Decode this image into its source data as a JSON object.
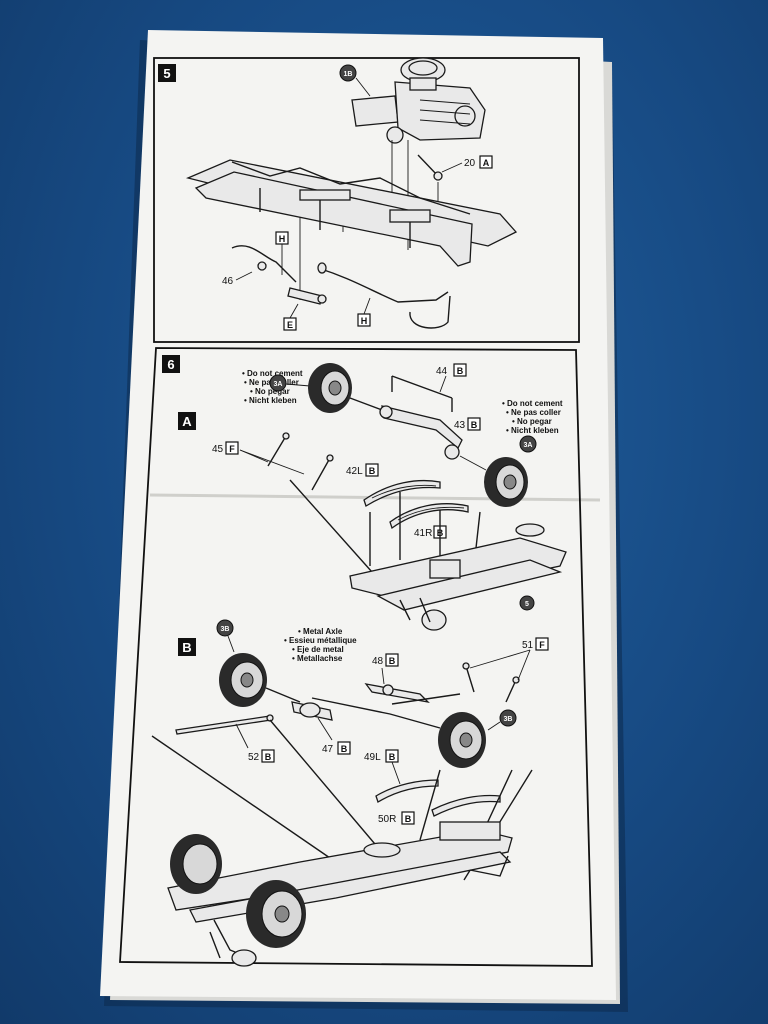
{
  "panels": {
    "step5": {
      "number": "5",
      "badge": "1B",
      "callouts": [
        {
          "num": "20",
          "letter": "A"
        },
        {
          "num": "",
          "letter": "H"
        },
        {
          "num": "46",
          "letter": ""
        },
        {
          "num": "",
          "letter": "E"
        },
        {
          "num": "",
          "letter": "H"
        }
      ]
    },
    "step6": {
      "number": "6",
      "sub_a": "A",
      "sub_b": "B",
      "note_left": [
        "• Do not cement",
        "• Ne pas coller",
        "• No pegar",
        "• Nicht kleben"
      ],
      "note_right": [
        "• Do not cement",
        "• Ne pas coller",
        "• No pegar",
        "• Nicht kleben"
      ],
      "note_axle": [
        "• Metal Axle",
        "• Essieu métallique",
        "• Eje de metal",
        "• Metallachse"
      ],
      "badges": {
        "wheel_a_left": "3A",
        "wheel_a_right": "3A",
        "frame_ref": "5",
        "wheel_b_left": "3B",
        "wheel_b_right": "3B"
      },
      "callouts_a": [
        {
          "num": "44",
          "letter": "B"
        },
        {
          "num": "43",
          "letter": "B"
        },
        {
          "num": "45",
          "letter": "F"
        },
        {
          "num": "42L",
          "letter": "B"
        },
        {
          "num": "41R",
          "letter": "B"
        }
      ],
      "callouts_b": [
        {
          "num": "48",
          "letter": "B"
        },
        {
          "num": "51",
          "letter": "F"
        },
        {
          "num": "52",
          "letter": "B"
        },
        {
          "num": "47",
          "letter": "B"
        },
        {
          "num": "49L",
          "letter": "B"
        },
        {
          "num": "50R",
          "letter": "B"
        }
      ]
    }
  },
  "colors": {
    "background": "#174a83",
    "paper": "#f4f4f2",
    "ink": "#111111"
  }
}
